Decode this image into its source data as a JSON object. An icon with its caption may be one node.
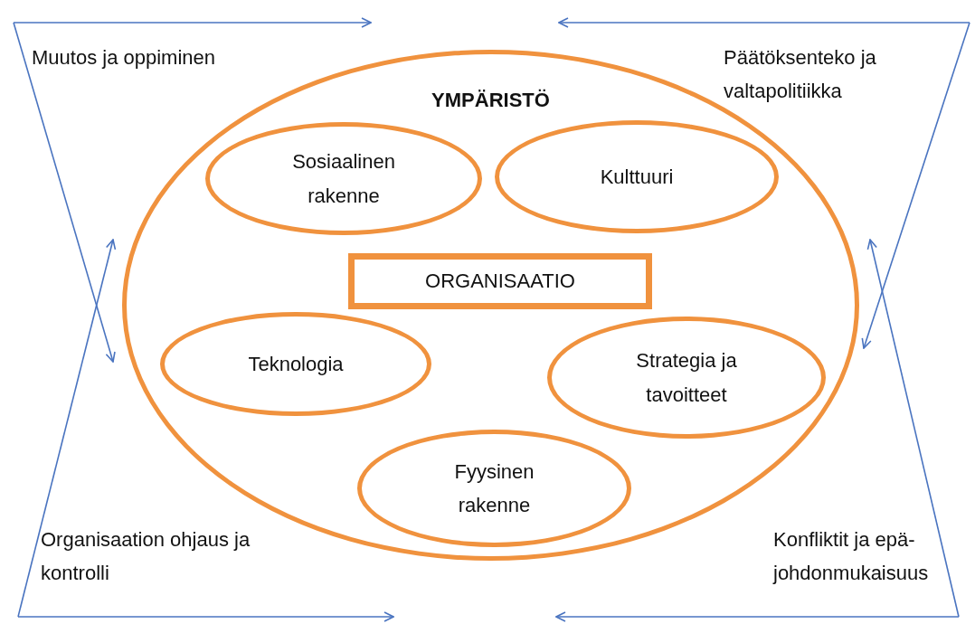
{
  "diagram": {
    "nodes": [
      {
        "text": [
          "YMPÄRISTÖ"
        ]
      },
      {
        "text": [
          "Sosiaalinen rakenne"
        ],
        "in": 0
      },
      {
        "text": [
          "Kulttuuri"
        ],
        "in": 0
      },
      {
        "text": [
          "ORGANISAATIO"
        ],
        "in": 0
      },
      {
        "text": [
          "Teknologia"
        ],
        "in": 0
      },
      {
        "text": [
          "Strategia ja tavoitteet"
        ],
        "in": 0
      },
      {
        "text": [
          "Fyysinen rakenne"
        ],
        "in": 0
      }
    ],
    "labels": [
      "Muutos ja oppiminen",
      "Päätöksenteko ja valtapolitiikka",
      "Organisaation ohjaus ja kontrolli",
      "Konfliktit ja epä- johdonmukaisuus"
    ]
  }
}
